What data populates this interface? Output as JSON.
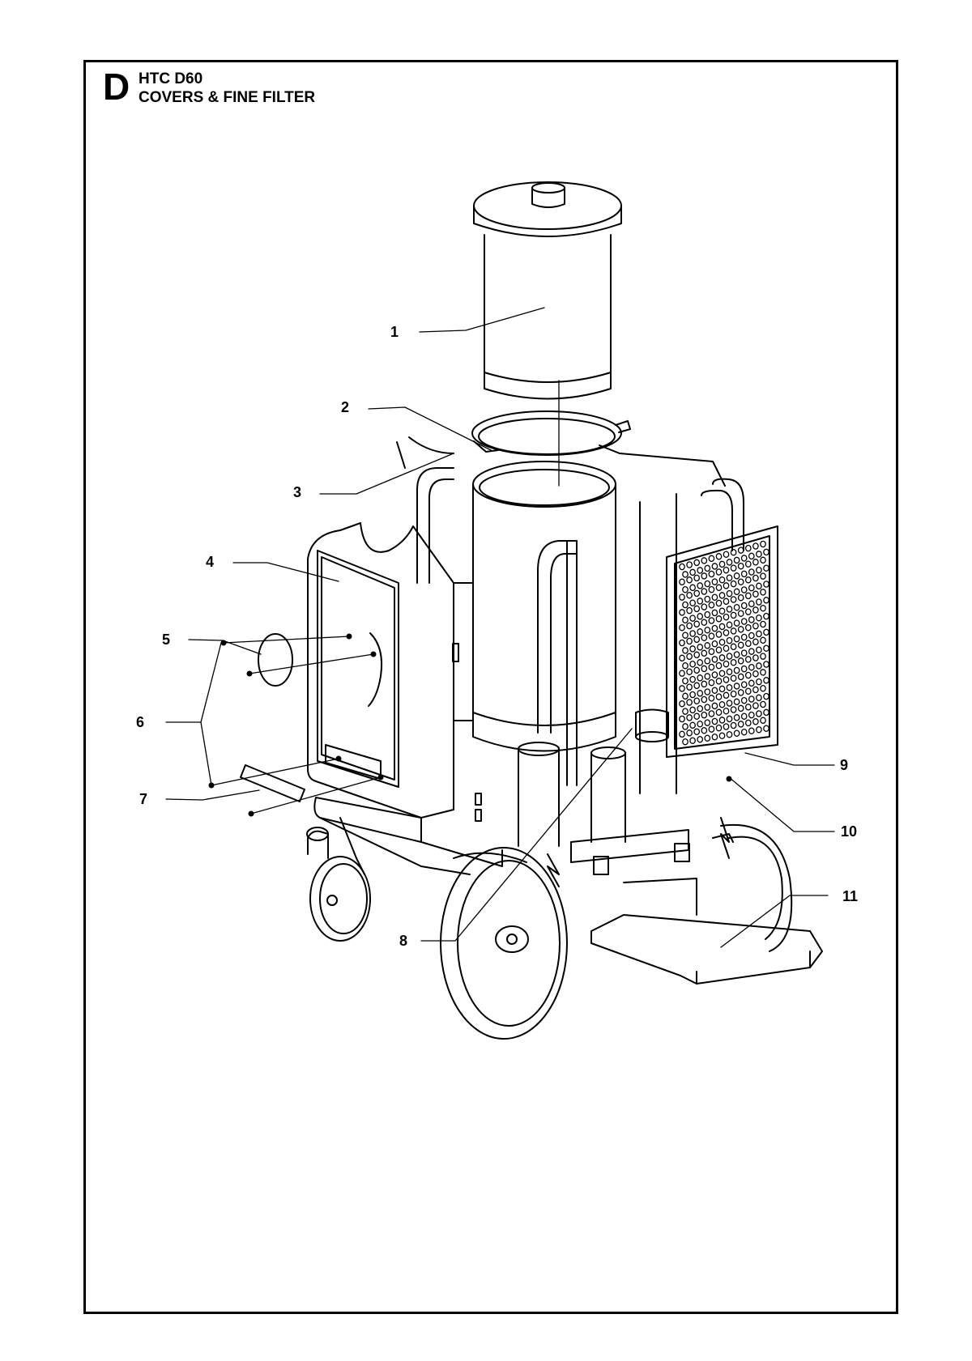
{
  "header": {
    "section_letter": "D",
    "model": "HTC D60",
    "title": "COVERS & FINE FILTER"
  },
  "callouts": [
    "1",
    "2",
    "3",
    "4",
    "5",
    "6",
    "7",
    "8",
    "9",
    "10",
    "11"
  ]
}
